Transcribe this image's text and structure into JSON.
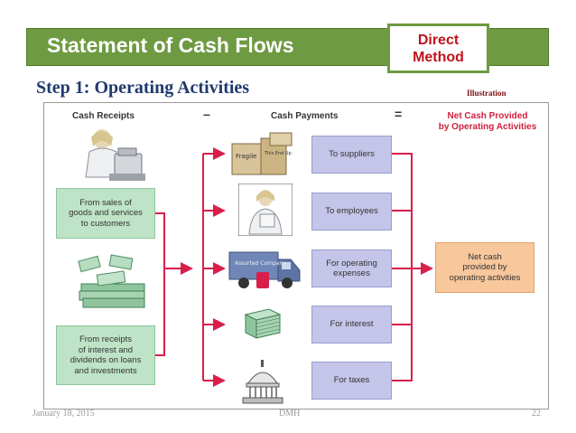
{
  "header": {
    "title": "Statement of Cash Flows",
    "method_line1": "Direct",
    "method_line2": "Method"
  },
  "subtitle": "Step 1: Operating Activities",
  "illustration_label": "Illustration",
  "diagram": {
    "receipts_header": "Cash Receipts",
    "minus": "–",
    "payments_header": "Cash Payments",
    "equals": "=",
    "net_header_line1": "Net Cash Provided",
    "net_header_line2": "by Operating Activities",
    "receipts": [
      {
        "lines": [
          "From sales of",
          "goods and services",
          "to customers"
        ]
      },
      {
        "lines": [
          "From receipts",
          "of interest and",
          "dividends on loans",
          "and investments"
        ]
      }
    ],
    "payments": [
      {
        "label": "To suppliers"
      },
      {
        "label": "To employees"
      },
      {
        "lines": [
          "For operating",
          "expenses"
        ]
      },
      {
        "label": "For interest"
      },
      {
        "label": "For taxes"
      }
    ],
    "net_result": [
      "Net cash",
      "provided by",
      "operating activities"
    ],
    "box_labels": {
      "fragile": "Fragile",
      "this_end_up": "This End Up",
      "truck": "Assorted Company"
    }
  },
  "colors": {
    "title_bar": "#6e9a42",
    "method_text": "#c0121c",
    "arrow": "#d81e4a",
    "receipt_box": "#bfe3c6",
    "payment_box": "#c4c5e8",
    "net_box": "#f8c79c"
  },
  "footer": {
    "date": "January 18, 2015",
    "author": "DMH",
    "page": "22"
  }
}
